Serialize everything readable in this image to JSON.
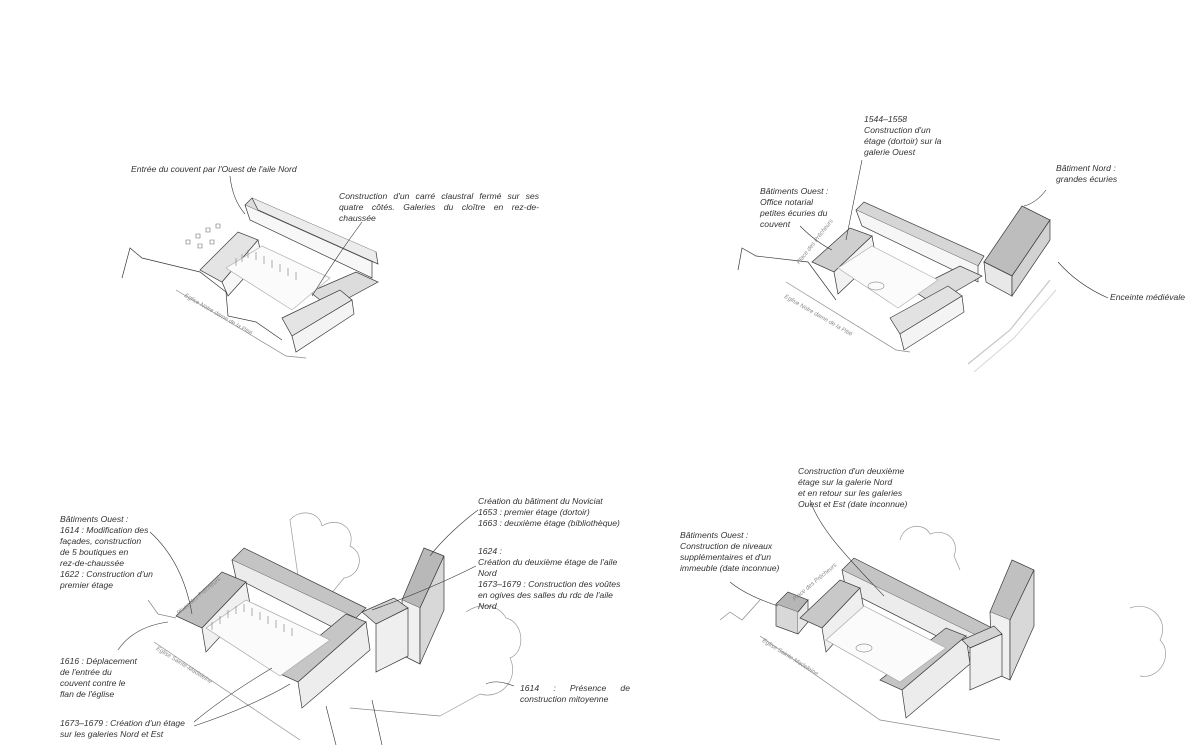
{
  "panel_tl": {
    "ann_entry": "Entrée du couvent par l'Ouest de l'aile Nord",
    "ann_cloister": "Construction d'un carré claustral fermé sur ses quatre côtés. Galeries du cloître en rez-de-chaussée",
    "street_church": "Eglise Notre dame de la Pitié"
  },
  "panel_tr": {
    "ann_1544": "1544–1558\nConstruction d'un\nétage (dortoir) sur la\ngalerie Ouest",
    "ann_west": "Bâtiments Ouest :\nOffice notarial\npetites écuries du\ncouvent",
    "ann_north": "Bâtiment Nord :\ngrandes écuries",
    "ann_enceinte": "Enceinte médiévale",
    "street_place": "Place des Prêcheurs",
    "street_church": "Eglise Notre dame de la Pitié"
  },
  "panel_bl": {
    "ann_west": "Bâtiments Ouest :\n1614 : Modification des\nfaçades, construction\nde 5 boutiques en\nrez-de-chaussée\n1622 : Construction d'un\npremier étage",
    "ann_noviciat": "Création du bâtiment du Noviciat\n1653 : premier étage (dortoir)\n1663 : deuxième étage (bibliothèque)",
    "ann_1624": "1624 :\nCréation du deuxième étage de l'aile\nNord\n1673–1679 : Construction des voûtes\nen ogives des salles du rdc de l'aile\nNord",
    "ann_1616": "1616 : Déplacement\nde l'entrée du\ncouvent contre le\nflan de l'église",
    "ann_1614": "1614 : Présence de construction mitoyenne",
    "ann_1673": "1673–1679 : Création d'un étage\nsur les galeries Nord et Est",
    "street_place": "Place des Prêcheurs",
    "street_church": "Eglise Sainte-Madeleine"
  },
  "panel_br": {
    "ann_deuxieme": "Construction d'un deuxième\nétage sur la galerie Nord\net en retour sur les galeries\nOuest et Est (date inconnue)",
    "ann_west": "Bâtiments Ouest :\nConstruction de niveaux\nsupplémentaires et d'un\nimmeuble (date inconnue)",
    "street_place": "Place des Prêcheurs",
    "street_church": "Eglise Sainte-Madeleine"
  },
  "colors": {
    "line": "#3a3a3a",
    "roof_shade": "#cfcfcf",
    "roof_dark": "#b3b3b3",
    "text": "#333333",
    "faint": "#9a9a9a"
  }
}
